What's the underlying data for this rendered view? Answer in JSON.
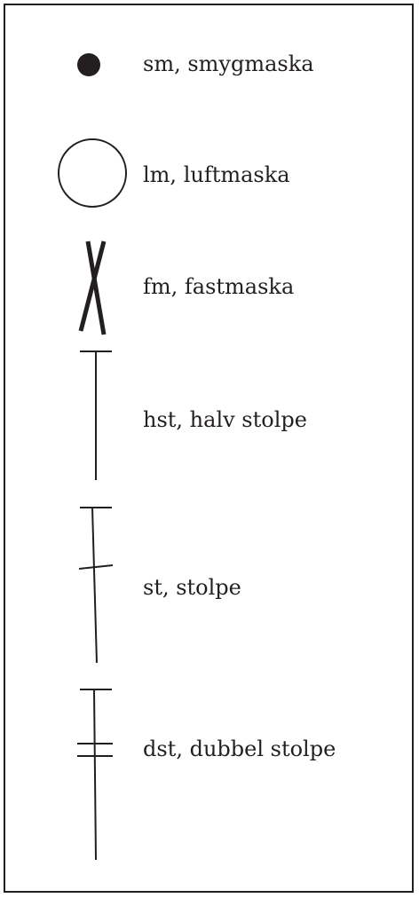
{
  "legend": {
    "items": [
      {
        "symbol": "smygmaska-dot-icon",
        "label": "sm, smygmaska"
      },
      {
        "symbol": "luftmaska-circle-icon",
        "label": "lm, luftmaska"
      },
      {
        "symbol": "fastmaska-cross-icon",
        "label": "fm, fastmaska"
      },
      {
        "symbol": "halv-stolpe-icon",
        "label": "hst, halv stolpe"
      },
      {
        "symbol": "stolpe-icon",
        "label": "st, stolpe"
      },
      {
        "symbol": "dubbel-stolpe-icon",
        "label": "dst, dubbel stolpe"
      }
    ]
  },
  "colors": {
    "ink": "#231f20",
    "background": "#ffffff"
  }
}
